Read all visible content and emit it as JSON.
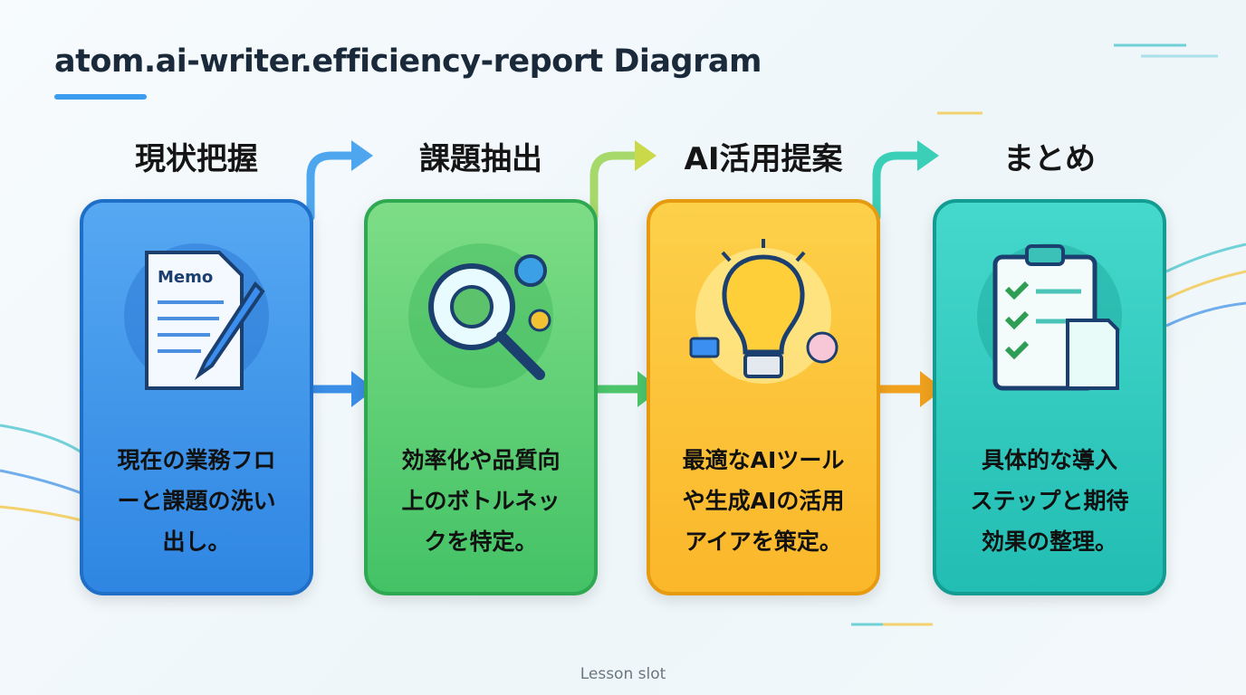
{
  "title": "atom.ai-writer.efficiency-report Diagram",
  "steps": [
    {
      "title": "現状把握",
      "desc": "現在の業務フロ\nーと課題の洗い\n出し。",
      "icon": "memo-icon",
      "icon_text": "Memo",
      "color": "#3c95ec",
      "border": "#1f6fc9"
    },
    {
      "title": "課題抽出",
      "desc": "効率化や品質向\n上のボトルネッ\nクを特定。",
      "icon": "magnifier-gear-icon",
      "color": "#5fd27a",
      "border": "#2fa852"
    },
    {
      "title": "AI活用提案",
      "desc": "最適なAIツール\nや生成AIの活用\nアイアを策定。",
      "icon": "lightbulb-icon",
      "color": "#fdc43a",
      "border": "#e59a10"
    },
    {
      "title": "まとめ",
      "desc": "具体的な導入\nステップと期待\n効果の整理。",
      "icon": "clipboard-checklist-icon",
      "color": "#38cfc2",
      "border": "#139c92"
    }
  ],
  "footer": "Lesson slot"
}
